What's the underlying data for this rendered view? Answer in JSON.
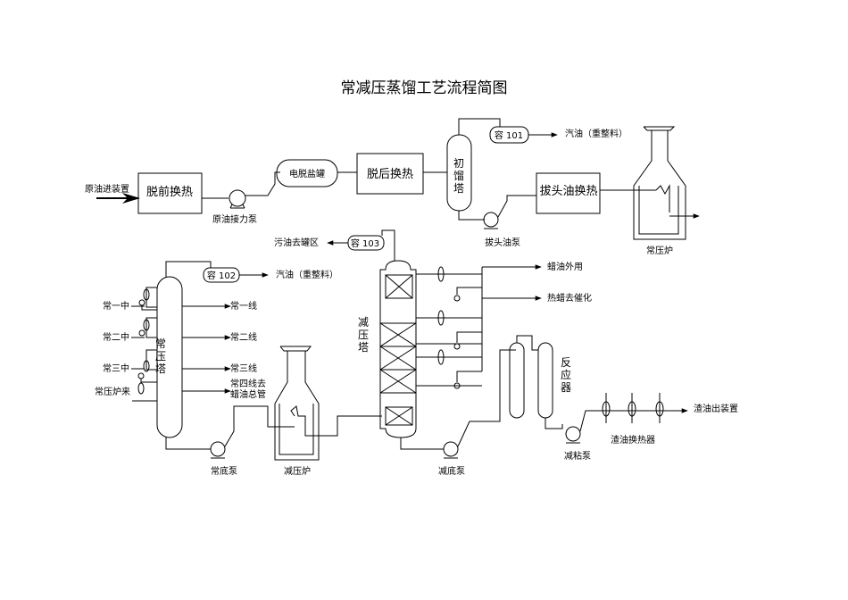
{
  "title": "常减压蒸馏工艺流程简图",
  "boxes": {
    "pre_desalt_hx": "脱前换热",
    "post_desalt_hx": "脱后换热",
    "desalter": "电脱盐罐",
    "topped_oil_hx": "拔头油换热"
  },
  "vessels": {
    "v101": "容 101",
    "v102": "容 102",
    "v103": "容 103"
  },
  "towers": {
    "initial": [
      "初",
      "馏",
      "塔"
    ],
    "atmospheric": [
      "常",
      "压",
      "塔"
    ],
    "vacuum": [
      "减",
      "压",
      "塔"
    ],
    "reactor": [
      "反",
      "应",
      "器"
    ]
  },
  "labels": {
    "crude_in": "原油进装置",
    "crude_pump": "原油接力泵",
    "topped_pump": "拔头油泵",
    "gasoline_101": "汽油（重整料）",
    "gasoline_102": "汽油（重整料）",
    "atm_furnace": "常压炉",
    "dirty_oil": "污油去罐区",
    "wax_out": "蜡油外用",
    "hot_wax": "热蜡去催化",
    "mid1": "常一中",
    "mid2": "常二中",
    "mid3": "常三中",
    "from_atm_furnace": "常压炉来",
    "line1": "常一线",
    "line2": "常二线",
    "line3": "常三线",
    "line4a": "常四线去",
    "line4b": "蜡油总管",
    "atm_bottom_pump": "常底泵",
    "vac_furnace": "减压炉",
    "vac_bottom_pump": "减底泵",
    "visbreak_pump": "减粘泵",
    "residue_hx": "渣油换热器",
    "residue_out": "渣油出装置"
  }
}
